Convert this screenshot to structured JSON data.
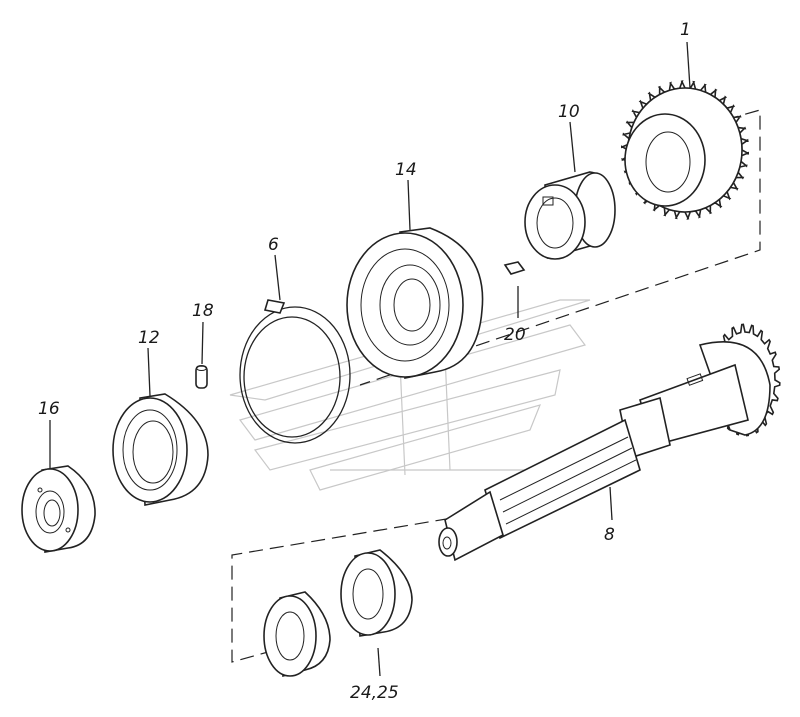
{
  "callouts": {
    "c1": "1",
    "c10": "10",
    "c14": "14",
    "c6": "6",
    "c18": "18",
    "c12": "12",
    "c16": "16",
    "c20": "20",
    "c8": "8",
    "c2425": "24,25"
  }
}
